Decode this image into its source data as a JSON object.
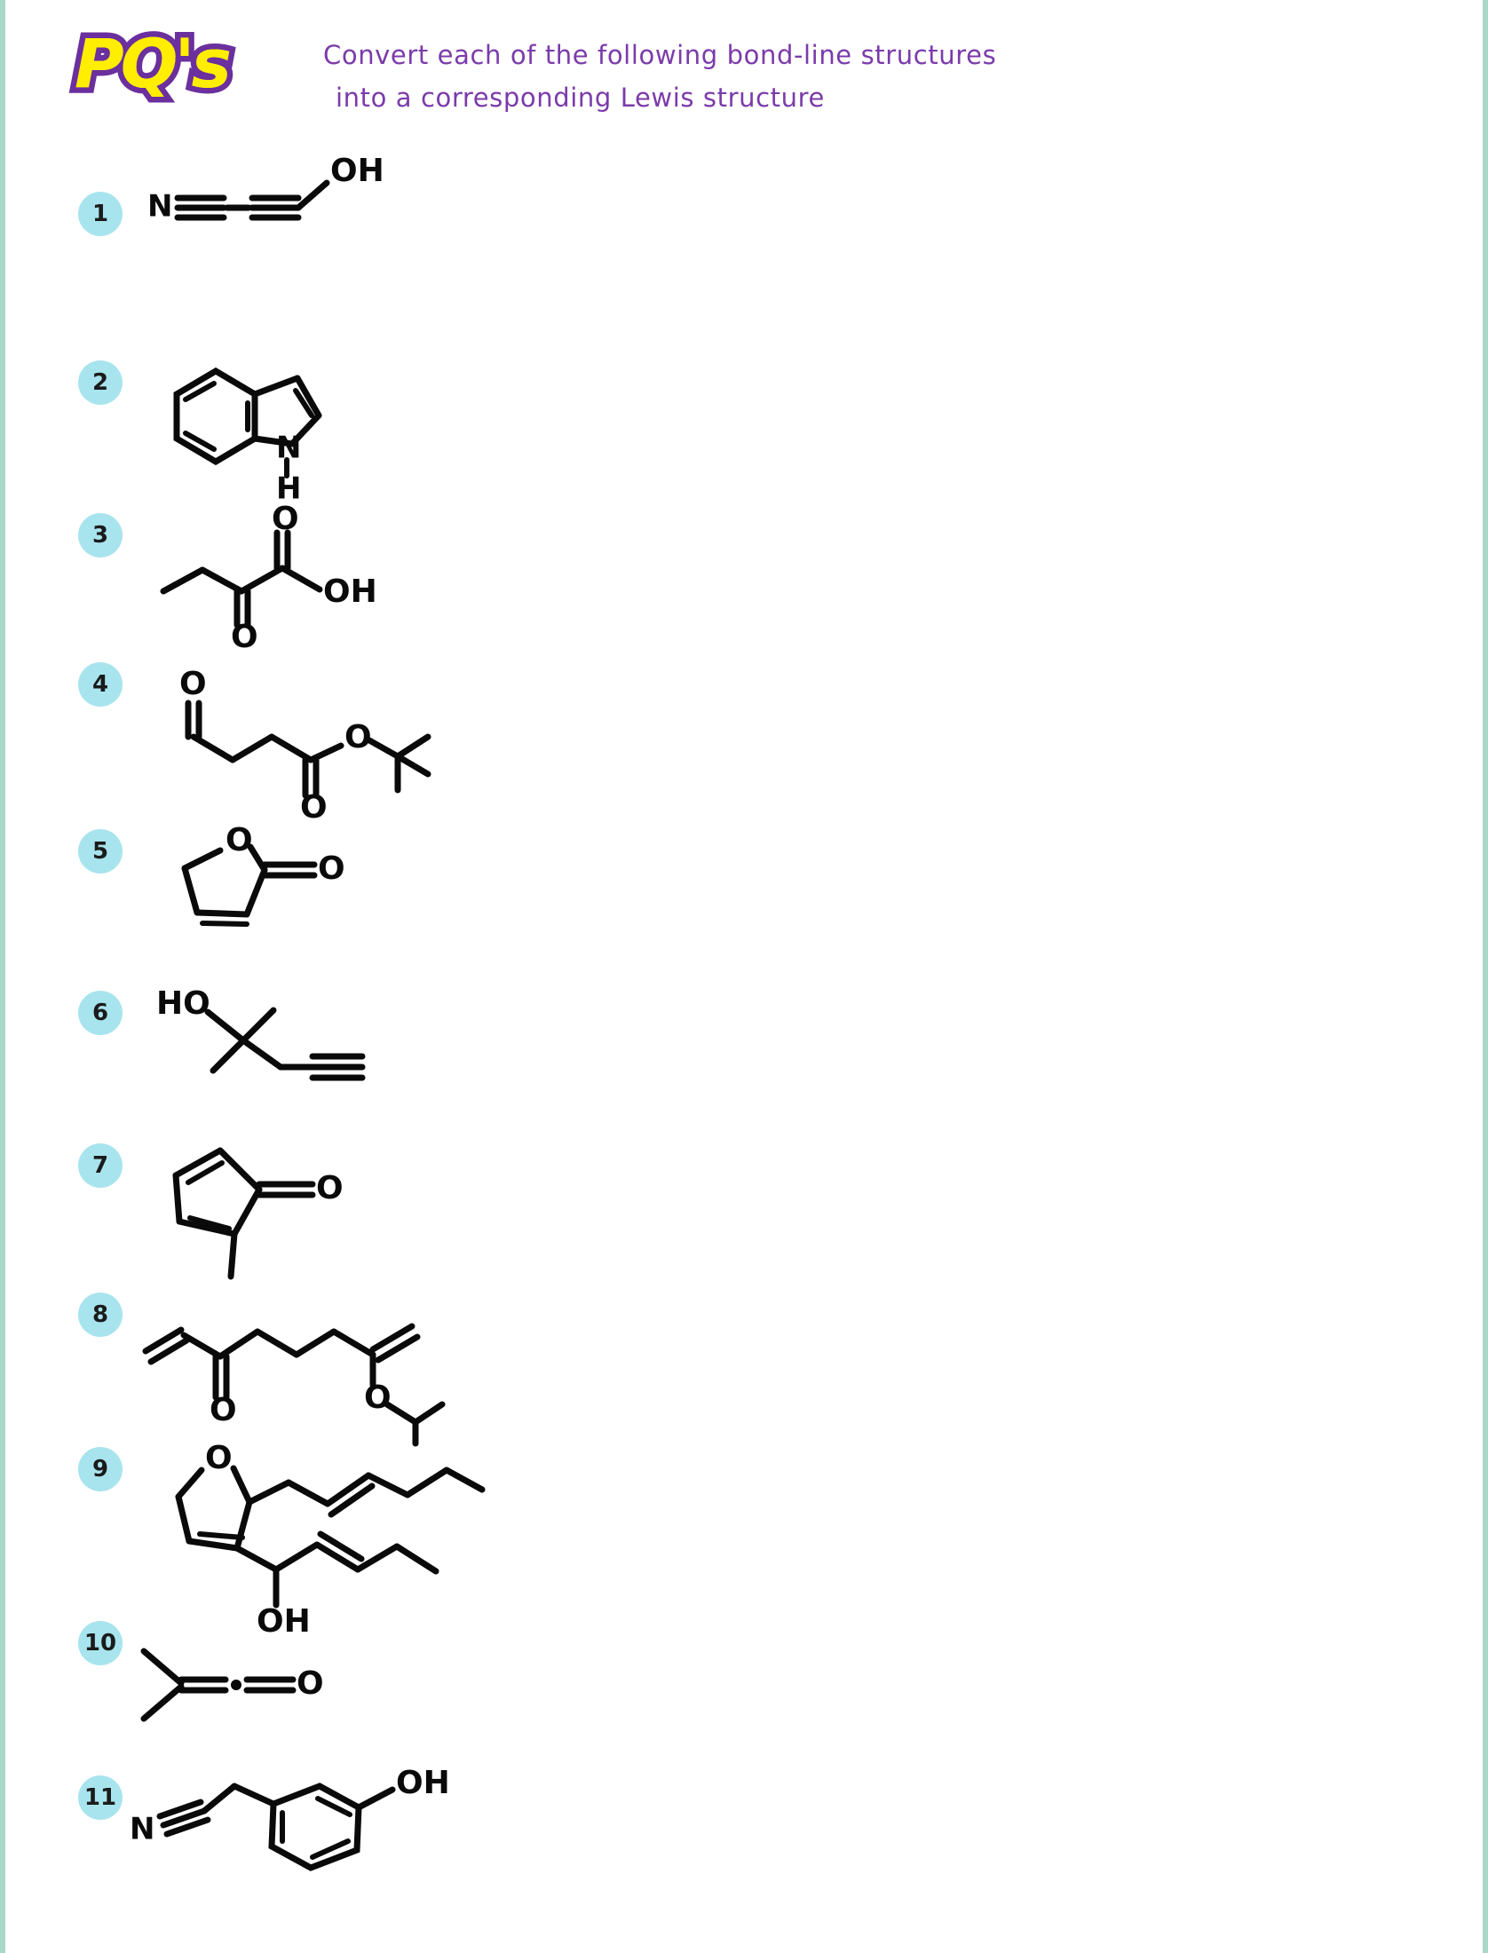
{
  "page": {
    "border_color": "#a9d8c8",
    "background": "#ffffff",
    "accent_number_badge": "#a8e4ee",
    "prompt_color": "#7b3bab",
    "structure_color": "#0a0a0a"
  },
  "logo": {
    "text": "PQ's",
    "fill_color": "#ffee00",
    "outline_color": "#6b2f9e"
  },
  "prompt": {
    "line1": "Convert each of the following bond-line structures",
    "line2": "into a corresponding Lewis structure"
  },
  "problems": [
    {
      "number": "1",
      "name": "but-2-ynenitrile-ol",
      "description": "N triple bond C, single bond, C triple bond C, CH2, OH",
      "labels": [
        "N",
        "OH"
      ]
    },
    {
      "number": "2",
      "name": "indole",
      "description": "benzene ring fused to pyrrole ring with N-H",
      "labels": [
        "N",
        "H"
      ]
    },
    {
      "number": "3",
      "name": "2-oxobutanoic-acid",
      "description": "ethyl chain, ketone C=O down, carboxylic acid C=O up with OH",
      "labels": [
        "O",
        "O",
        "OH"
      ]
    },
    {
      "number": "4",
      "name": "tert-butyl-4-oxobutanoate",
      "description": "aldehyde C=O, two CH2, ester C=O with O-tert-butyl",
      "labels": [
        "O",
        "O",
        "O"
      ]
    },
    {
      "number": "5",
      "name": "furan-2-one-butenolide",
      "description": "five membered ring containing O, exocyclic C=O, ring C=C",
      "labels": [
        "O",
        "O"
      ]
    },
    {
      "number": "6",
      "name": "2-methylbut-3-yn-2-ol",
      "description": "HO on quaternary carbon with two methyls and terminal alkyne",
      "labels": [
        "HO"
      ]
    },
    {
      "number": "7",
      "name": "methyl-cyclopentadienone",
      "description": "cyclopentadiene ring with exocyclic C=O and methyl group",
      "labels": [
        "O"
      ]
    },
    {
      "number": "8",
      "name": "vinyl-ketone-enol-ether",
      "description": "vinyl ketone with chain to enol ether bearing isopropyl group",
      "labels": [
        "O",
        "O"
      ]
    },
    {
      "number": "9",
      "name": "dihydrofuran-diene-ol",
      "description": "2,5-dihydrofuran ring with pentenyl chain and hydroxy pentenyl chain",
      "labels": [
        "O",
        "OH"
      ]
    },
    {
      "number": "10",
      "name": "dimethylketene",
      "description": "cumulated C=C=O with two methyl groups and central dot",
      "labels": [
        "O"
      ]
    },
    {
      "number": "11",
      "name": "3-hydroxyphenylacetonitrile",
      "description": "nitrile CH2 attached to benzene ring with meta OH",
      "labels": [
        "N",
        "OH"
      ]
    }
  ]
}
